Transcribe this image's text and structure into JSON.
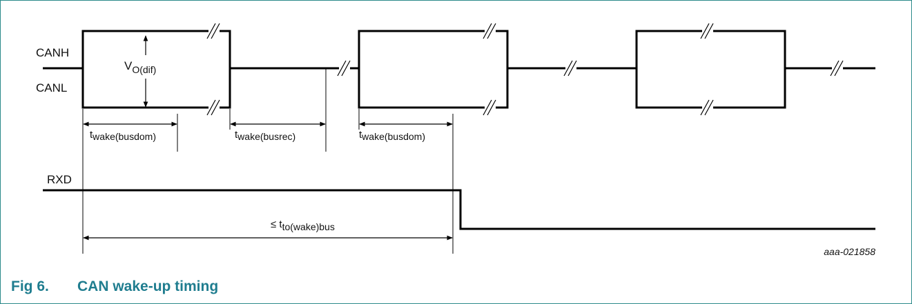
{
  "signals": {
    "canh": "CANH",
    "canl": "CANL",
    "rxd": "RXD"
  },
  "annotations": {
    "vodif_main": "V",
    "vodif_sub": "O(dif)",
    "t1_main": "t",
    "t1_sub": "wake(busdom)",
    "t2_main": "t",
    "t2_sub": "wake(busrec)",
    "t3_main": "t",
    "t3_sub": "wake(busdom)",
    "tto_main": "≤ t",
    "tto_sub": "to(wake)bus"
  },
  "reference": "aaa-021858",
  "caption": {
    "number": "Fig 6.",
    "title": "CAN wake-up timing"
  },
  "colors": {
    "caption": "#1f7d8f",
    "border": "#2a8a8a",
    "line": "#000000"
  }
}
